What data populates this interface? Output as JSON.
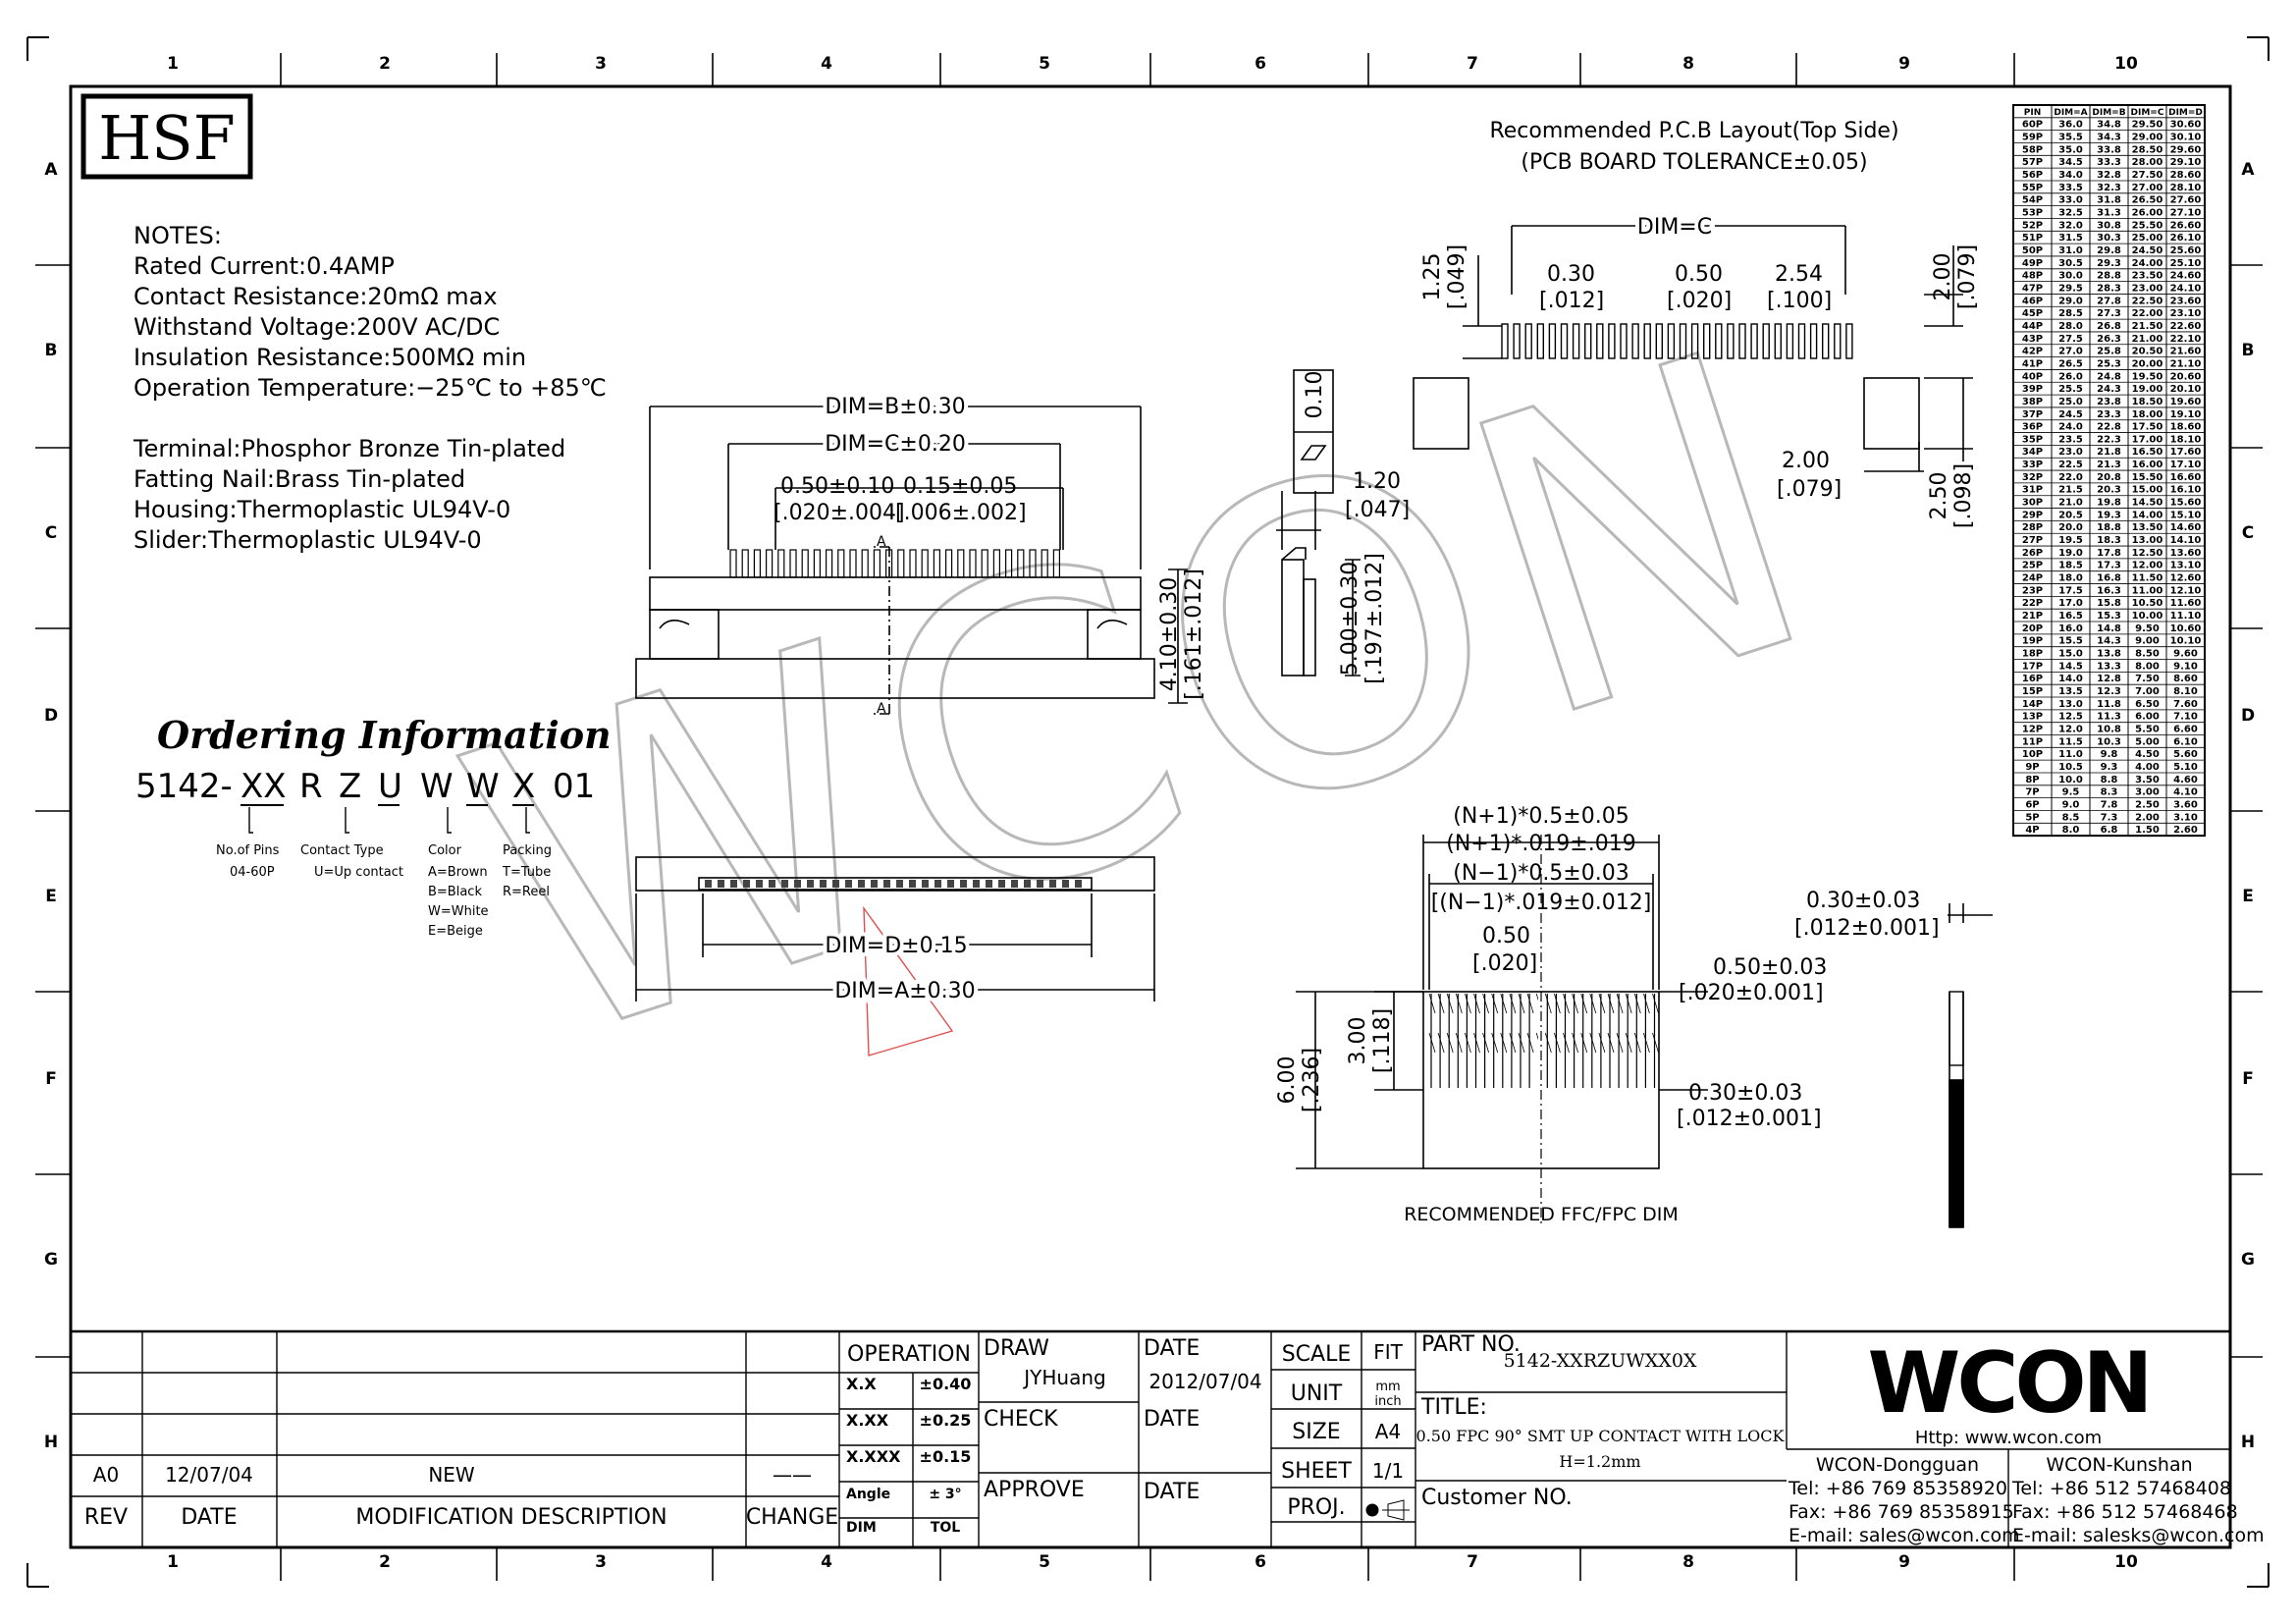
{
  "frame": {
    "cols": [
      "1",
      "2",
      "3",
      "4",
      "5",
      "6",
      "7",
      "8",
      "9",
      "10"
    ],
    "rows": [
      "A",
      "B",
      "C",
      "D",
      "E",
      "F",
      "G",
      "H"
    ]
  },
  "logo": "HSF",
  "watermark": "WCON",
  "notes": [
    "NOTES:",
    "Rated Current:0.4AMP",
    "Contact Resistance:20mΩ max",
    "Withstand Voltage:200V AC/DC",
    "Insulation Resistance:500MΩ min",
    "Operation Temperature:−25℃ to +85℃",
    "",
    "Terminal:Phosphor Bronze Tin-plated",
    "Fatting Nail:Brass Tin-plated",
    "Housing:Thermoplastic UL94V-0",
    "Slider:Thermoplastic UL94V-0"
  ],
  "ordering": {
    "title": "Ordering Information",
    "code": [
      "5142-",
      "XX",
      "R",
      "Z",
      "U",
      "W",
      "W",
      "X",
      "01"
    ],
    "legend": [
      {
        "head": "No.of Pins",
        "lines": [
          "04-60P"
        ]
      },
      {
        "head": "Contact Type",
        "lines": [
          "U=Up contact"
        ]
      },
      {
        "head": "Color",
        "lines": [
          "A=Brown",
          "B=Black",
          "W=White",
          "E=Beige"
        ]
      },
      {
        "head": "Packing",
        "lines": [
          "T=Tube",
          "R=Reel"
        ]
      }
    ]
  },
  "front_view": {
    "dim_b": "DIM=B±0.30",
    "dim_c": "DIM=C±0.20",
    "pitch": "0.50±0.10",
    "pitch_in": "[.020±.004]",
    "width": "0.15±0.05",
    "width_in": "[.006±.002]",
    "section": "A",
    "height": "4.10±0.30",
    "height_in": "[.161±.012]"
  },
  "side_view": {
    "flat": "0.10",
    "t": "1.20",
    "t_in": "[.047]",
    "h": "5.00±0.30",
    "h_in": "[.197±.012]"
  },
  "bottom_view": {
    "dim_d": "DIM=D±0.15",
    "dim_a": "DIM=A±0.30"
  },
  "pcb": {
    "title1": "Recommended P.C.B Layout(Top Side)",
    "title2": "(PCB BOARD TOLERANCE±0.05)",
    "dim_c": "DIM=C",
    "d1": "1.25",
    "d1_in": "[.049]",
    "d2": "0.30",
    "d2_in": "[.012]",
    "d3": "0.50",
    "d3_in": "[.020]",
    "d4": "2.54",
    "d4_in": "[.100]",
    "d5": "2.00",
    "d5_in": "[.079]",
    "d6": "2.00",
    "d6_in": "[.079]",
    "d7": "2.50",
    "d7_in": "[.098]"
  },
  "ffc": {
    "l1": "(N+1)*0.5±0.05",
    "l2": "(N+1)*.019±.019",
    "l3": "(N−1)*0.5±0.03",
    "l4": "[(N−1)*.019±0.012]",
    "p": "0.50",
    "p_in": "[.020]",
    "r1": "0.50±0.03",
    "r1_in": "[.020±0.001]",
    "r2": "0.30±0.03",
    "r2_in": "[.012±0.001]",
    "h1": "6.00",
    "h1_in": "[.236]",
    "h2": "3.00",
    "h2_in": "[.118]",
    "t": "0.30±0.03",
    "t_in": "[.012±0.001]",
    "caption": "RECOMMENDED FFC/FPC DIM"
  },
  "table": {
    "headers": [
      "PIN",
      "DIM=A",
      "DIM=B",
      "DIM=C",
      "DIM=D"
    ],
    "rows": [
      [
        "60P",
        "36.0",
        "34.8",
        "29.50",
        "30.60"
      ],
      [
        "59P",
        "35.5",
        "34.3",
        "29.00",
        "30.10"
      ],
      [
        "58P",
        "35.0",
        "33.8",
        "28.50",
        "29.60"
      ],
      [
        "57P",
        "34.5",
        "33.3",
        "28.00",
        "29.10"
      ],
      [
        "56P",
        "34.0",
        "32.8",
        "27.50",
        "28.60"
      ],
      [
        "55P",
        "33.5",
        "32.3",
        "27.00",
        "28.10"
      ],
      [
        "54P",
        "33.0",
        "31.8",
        "26.50",
        "27.60"
      ],
      [
        "53P",
        "32.5",
        "31.3",
        "26.00",
        "27.10"
      ],
      [
        "52P",
        "32.0",
        "30.8",
        "25.50",
        "26.60"
      ],
      [
        "51P",
        "31.5",
        "30.3",
        "25.00",
        "26.10"
      ],
      [
        "50P",
        "31.0",
        "29.8",
        "24.50",
        "25.60"
      ],
      [
        "49P",
        "30.5",
        "29.3",
        "24.00",
        "25.10"
      ],
      [
        "48P",
        "30.0",
        "28.8",
        "23.50",
        "24.60"
      ],
      [
        "47P",
        "29.5",
        "28.3",
        "23.00",
        "24.10"
      ],
      [
        "46P",
        "29.0",
        "27.8",
        "22.50",
        "23.60"
      ],
      [
        "45P",
        "28.5",
        "27.3",
        "22.00",
        "23.10"
      ],
      [
        "44P",
        "28.0",
        "26.8",
        "21.50",
        "22.60"
      ],
      [
        "43P",
        "27.5",
        "26.3",
        "21.00",
        "22.10"
      ],
      [
        "42P",
        "27.0",
        "25.8",
        "20.50",
        "21.60"
      ],
      [
        "41P",
        "26.5",
        "25.3",
        "20.00",
        "21.10"
      ],
      [
        "40P",
        "26.0",
        "24.8",
        "19.50",
        "20.60"
      ],
      [
        "39P",
        "25.5",
        "24.3",
        "19.00",
        "20.10"
      ],
      [
        "38P",
        "25.0",
        "23.8",
        "18.50",
        "19.60"
      ],
      [
        "37P",
        "24.5",
        "23.3",
        "18.00",
        "19.10"
      ],
      [
        "36P",
        "24.0",
        "22.8",
        "17.50",
        "18.60"
      ],
      [
        "35P",
        "23.5",
        "22.3",
        "17.00",
        "18.10"
      ],
      [
        "34P",
        "23.0",
        "21.8",
        "16.50",
        "17.60"
      ],
      [
        "33P",
        "22.5",
        "21.3",
        "16.00",
        "17.10"
      ],
      [
        "32P",
        "22.0",
        "20.8",
        "15.50",
        "16.60"
      ],
      [
        "31P",
        "21.5",
        "20.3",
        "15.00",
        "16.10"
      ],
      [
        "30P",
        "21.0",
        "19.8",
        "14.50",
        "15.60"
      ],
      [
        "29P",
        "20.5",
        "19.3",
        "14.00",
        "15.10"
      ],
      [
        "28P",
        "20.0",
        "18.8",
        "13.50",
        "14.60"
      ],
      [
        "27P",
        "19.5",
        "18.3",
        "13.00",
        "14.10"
      ],
      [
        "26P",
        "19.0",
        "17.8",
        "12.50",
        "13.60"
      ],
      [
        "25P",
        "18.5",
        "17.3",
        "12.00",
        "13.10"
      ],
      [
        "24P",
        "18.0",
        "16.8",
        "11.50",
        "12.60"
      ],
      [
        "23P",
        "17.5",
        "16.3",
        "11.00",
        "12.10"
      ],
      [
        "22P",
        "17.0",
        "15.8",
        "10.50",
        "11.60"
      ],
      [
        "21P",
        "16.5",
        "15.3",
        "10.00",
        "11.10"
      ],
      [
        "20P",
        "16.0",
        "14.8",
        "9.50",
        "10.60"
      ],
      [
        "19P",
        "15.5",
        "14.3",
        "9.00",
        "10.10"
      ],
      [
        "18P",
        "15.0",
        "13.8",
        "8.50",
        "9.60"
      ],
      [
        "17P",
        "14.5",
        "13.3",
        "8.00",
        "9.10"
      ],
      [
        "16P",
        "14.0",
        "12.8",
        "7.50",
        "8.60"
      ],
      [
        "15P",
        "13.5",
        "12.3",
        "7.00",
        "8.10"
      ],
      [
        "14P",
        "13.0",
        "11.8",
        "6.50",
        "7.60"
      ],
      [
        "13P",
        "12.5",
        "11.3",
        "6.00",
        "7.10"
      ],
      [
        "12P",
        "12.0",
        "10.8",
        "5.50",
        "6.60"
      ],
      [
        "11P",
        "11.5",
        "10.3",
        "5.00",
        "6.10"
      ],
      [
        "10P",
        "11.0",
        "9.8",
        "4.50",
        "5.60"
      ],
      [
        "9P",
        "10.5",
        "9.3",
        "4.00",
        "5.10"
      ],
      [
        "8P",
        "10.0",
        "8.8",
        "3.50",
        "4.60"
      ],
      [
        "7P",
        "9.5",
        "8.3",
        "3.00",
        "4.10"
      ],
      [
        "6P",
        "9.0",
        "7.8",
        "2.50",
        "3.60"
      ],
      [
        "5P",
        "8.5",
        "7.3",
        "2.00",
        "3.10"
      ],
      [
        "4P",
        "8.0",
        "6.8",
        "1.50",
        "2.60"
      ]
    ]
  },
  "title_block": {
    "rev_label": "REV",
    "date_label": "DATE",
    "mod_label": "MODIFICATION DESCRIPTION",
    "change_label": "CHANGE",
    "rev": "A0",
    "rev_date": "12/07/04",
    "rev_desc": "NEW",
    "rev_change": "——",
    "operation": "OPERATION",
    "tol": [
      [
        "X.X",
        "±0.40"
      ],
      [
        "X.XX",
        "±0.25"
      ],
      [
        "X.XXX",
        "±0.15"
      ],
      [
        "Angle",
        "± 3°"
      ],
      [
        "DIM",
        "TOL"
      ]
    ],
    "draw": "DRAW",
    "drawer": "JYHuang",
    "date": "DATE",
    "draw_date": "2012/07/04",
    "check": "CHECK",
    "approve": "APPROVE",
    "scale": "SCALE",
    "scale_v": "FIT",
    "unit": "UNIT",
    "unit_v1": "mm",
    "unit_v2": "inch",
    "size": "SIZE",
    "size_v": "A4",
    "sheet": "SHEET",
    "sheet_v": "1/1",
    "proj": "PROJ.",
    "part_no": "PART NO.",
    "part_v": "5142-XXRZUWXX0X",
    "title": "TITLE:",
    "title_v1": "0.50 FPC 90° SMT UP CONTACT WITH LOCK",
    "title_v2": "H=1.2mm",
    "customer": "Customer NO.",
    "brand": "WCON",
    "http": "Http: www.wcon.com",
    "dg": "WCON-Dongguan",
    "ks": "WCON-Kunshan",
    "dg_tel": "Tel: +86 769 85358920",
    "dg_fax": "Fax: +86 769 85358915",
    "dg_mail": "E-mail: sales@wcon.com",
    "ks_tel": "Tel: +86 512 57468408",
    "ks_fax": "Fax: +86 512 57468468",
    "ks_mail": "E-mail: salesks@wcon.com"
  }
}
